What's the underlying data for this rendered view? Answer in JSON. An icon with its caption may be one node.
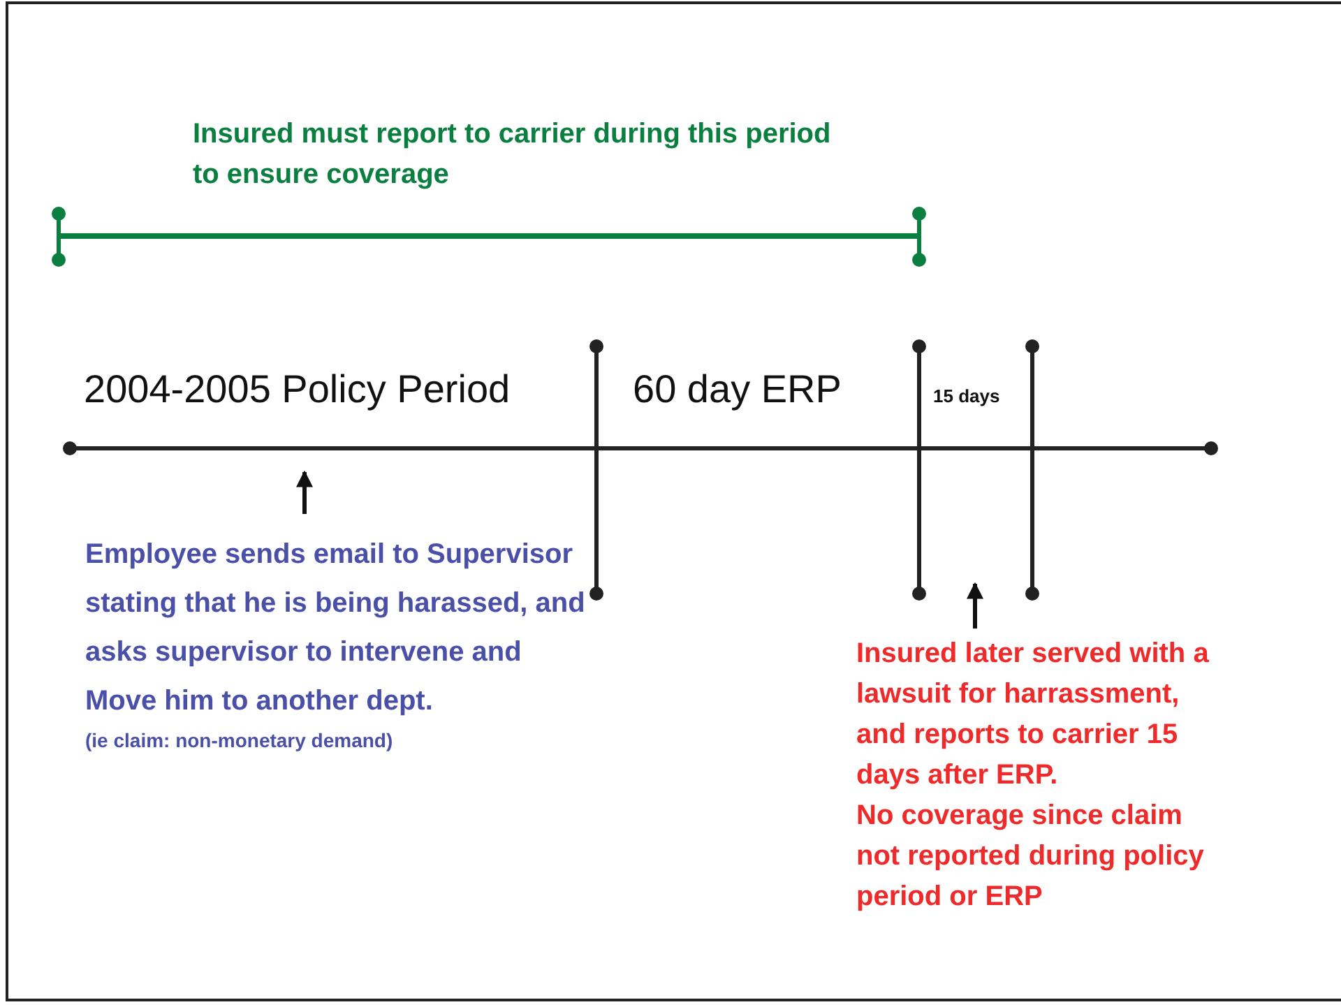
{
  "diagram": {
    "nodes": [
      {
        "text": [
          "Employee sends email to Supervisor stating that he is being harassed, and asks supervisor to intervene and Move him to another dept.",
          "(ie claim: non-monetary demand)"
        ]
      },
      {
        "text": [
          "Insured later served with a lawsuit for harrassment, and reports to carrier 15 days after ERP.",
          "No coverage since claim not reported during policy period or ERP"
        ]
      }
    ],
    "edges": [
      {
        "from": 0,
        "to": null,
        "arrow": "to"
      },
      {
        "from": 1,
        "to": null,
        "arrow": "to"
      }
    ],
    "labels": [
      "Insured must report to carrier during this period to ensure coverage",
      "2004-2005 Policy Period",
      "60 day ERP",
      "15 days"
    ]
  }
}
